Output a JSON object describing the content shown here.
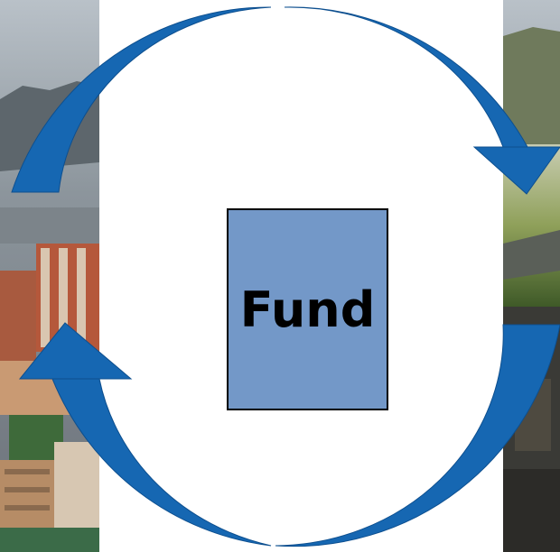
{
  "diagram": {
    "center_label": "Fund",
    "colors": {
      "arrow": "#1667b2",
      "arrow_dark": "#0d4f8f",
      "box_fill": "#7398c8",
      "box_stroke": "#000000",
      "background": "#ffffff"
    }
  },
  "background_photos": {
    "left": "city-buildings-mountain-photo",
    "right": "green-hillside-landscape-photo"
  }
}
